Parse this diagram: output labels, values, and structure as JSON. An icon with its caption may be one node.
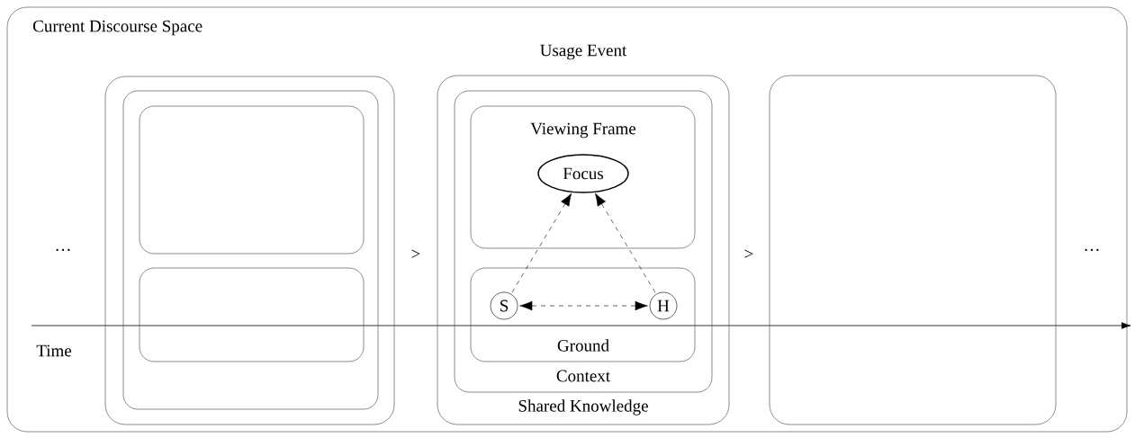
{
  "diagram": {
    "nodes": [
      {
        "text": [
          "Current Discourse Space"
        ]
      },
      {
        "text": [],
        "shape": "box",
        "in": 0
      },
      {
        "text": [],
        "shape": "box",
        "in": 1
      },
      {
        "text": [],
        "shape": "box",
        "in": 2
      },
      {
        "text": [],
        "shape": "box",
        "in": 2
      },
      {
        "text": [
          "Usage Event",
          "Shared Knowledge"
        ],
        "in": 0
      },
      {
        "text": [
          "Context"
        ],
        "in": 5
      },
      {
        "text": [
          "Viewing Frame"
        ],
        "in": 6
      },
      {
        "text": [
          "Focus"
        ],
        "in": 7
      },
      {
        "text": [
          "Ground"
        ],
        "in": 6
      },
      {
        "text": [
          "S"
        ],
        "in": 9
      },
      {
        "text": [
          "H"
        ],
        "in": 9
      },
      {
        "text": [],
        "shape": "box",
        "in": 0
      }
    ],
    "edges": [
      {
        "from": 10,
        "to": 8,
        "arrow": "to",
        "style": "dashed"
      },
      {
        "from": 11,
        "to": 8,
        "arrow": "to",
        "style": "dashed"
      },
      {
        "from": 10,
        "to": 11,
        "arrow": "both",
        "style": "dashed"
      }
    ],
    "labels": [
      "…",
      ">",
      ">",
      "…",
      "Time"
    ]
  }
}
